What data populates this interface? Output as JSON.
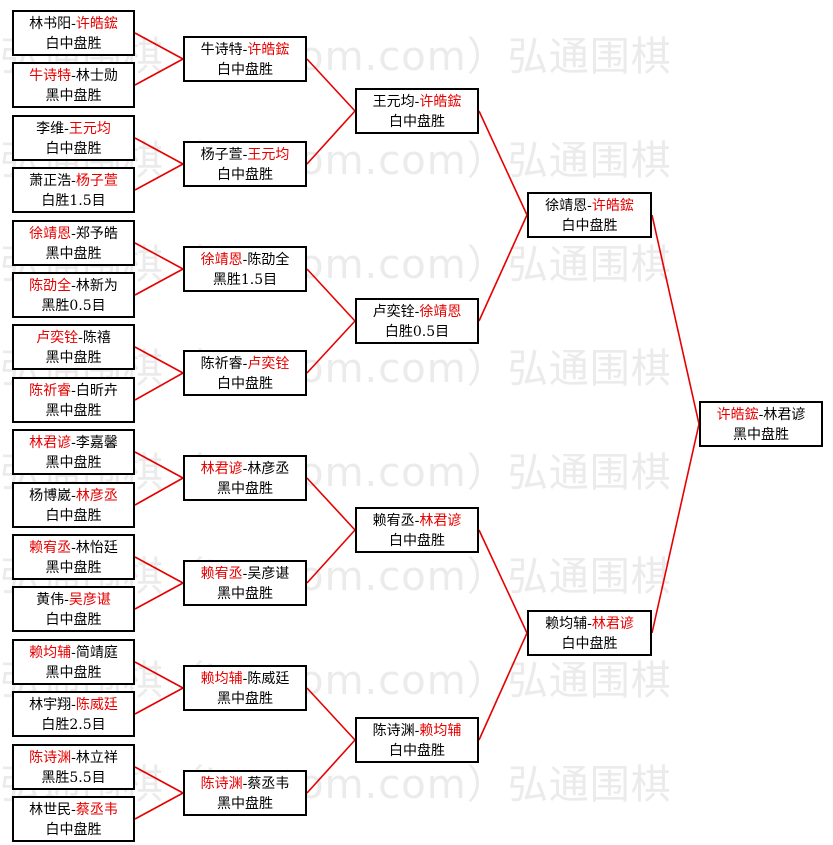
{
  "watermark": "弘通围棋（hoetom.com）弘通围棋",
  "colors": {
    "winner": "#e60000",
    "line": "#e60000",
    "border": "#000000"
  },
  "round1": [
    {
      "a": "林书阳",
      "b": "许皓鋐",
      "w": "b",
      "res": "白中盘胜"
    },
    {
      "a": "牛诗特",
      "b": "林士勋",
      "w": "a",
      "res": "黑中盘胜"
    },
    {
      "a": "李维",
      "b": "王元均",
      "w": "b",
      "res": "白中盘胜"
    },
    {
      "a": "萧正浩",
      "b": "杨子萱",
      "w": "b",
      "res": "白胜1.5目"
    },
    {
      "a": "徐靖恩",
      "b": "郑予皓",
      "w": "a",
      "res": "黑中盘胜"
    },
    {
      "a": "陈劭全",
      "b": "林新为",
      "w": "a",
      "res": "黑胜0.5目"
    },
    {
      "a": "卢奕铨",
      "b": "陈禧",
      "w": "a",
      "res": "黑中盘胜"
    },
    {
      "a": "陈祈睿",
      "b": "白昕卉",
      "w": "a",
      "res": "黑中盘胜"
    },
    {
      "a": "林君谚",
      "b": "李嘉馨",
      "w": "a",
      "res": "黑中盘胜"
    },
    {
      "a": "杨博崴",
      "b": "林彦丞",
      "w": "b",
      "res": "白中盘胜"
    },
    {
      "a": "赖宥丞",
      "b": "林怡廷",
      "w": "a",
      "res": "黑中盘胜"
    },
    {
      "a": "黄伟",
      "b": "吴彦谌",
      "w": "b",
      "res": "白中盘胜"
    },
    {
      "a": "赖均辅",
      "b": "简靖庭",
      "w": "a",
      "res": "黑中盘胜"
    },
    {
      "a": "林宇翔",
      "b": "陈威廷",
      "w": "b",
      "res": "白胜2.5目"
    },
    {
      "a": "陈诗渊",
      "b": "林立祥",
      "w": "a",
      "res": "黑胜5.5目"
    },
    {
      "a": "林世民",
      "b": "蔡丞韦",
      "w": "b",
      "res": "白中盘胜"
    }
  ],
  "round2": [
    {
      "a": "牛诗特",
      "b": "许皓鋐",
      "w": "b",
      "res": "白中盘胜"
    },
    {
      "a": "杨子萱",
      "b": "王元均",
      "w": "b",
      "res": "白中盘胜"
    },
    {
      "a": "徐靖恩",
      "b": "陈劭全",
      "w": "a",
      "res": "黑胜1.5目"
    },
    {
      "a": "陈祈睿",
      "b": "卢奕铨",
      "w": "b",
      "res": "白中盘胜"
    },
    {
      "a": "林君谚",
      "b": "林彦丞",
      "w": "a",
      "res": "黑中盘胜"
    },
    {
      "a": "赖宥丞",
      "b": "吴彦谌",
      "w": "a",
      "res": "黑中盘胜"
    },
    {
      "a": "赖均辅",
      "b": "陈威廷",
      "w": "a",
      "res": "黑中盘胜"
    },
    {
      "a": "陈诗渊",
      "b": "蔡丞韦",
      "w": "a",
      "res": "黑中盘胜"
    }
  ],
  "round3": [
    {
      "a": "王元均",
      "b": "许皓鋐",
      "w": "b",
      "res": "白中盘胜"
    },
    {
      "a": "卢奕铨",
      "b": "徐靖恩",
      "w": "b",
      "res": "白胜0.5目"
    },
    {
      "a": "赖宥丞",
      "b": "林君谚",
      "w": "b",
      "res": "白中盘胜"
    },
    {
      "a": "陈诗渊",
      "b": "赖均辅",
      "w": "b",
      "res": "白中盘胜"
    }
  ],
  "round4": [
    {
      "a": "徐靖恩",
      "b": "许皓鋐",
      "w": "b",
      "res": "白中盘胜"
    },
    {
      "a": "赖均辅",
      "b": "林君谚",
      "w": "b",
      "res": "白中盘胜"
    }
  ],
  "final": [
    {
      "a": "许皓鋐",
      "b": "林君谚",
      "w": "a",
      "res": "黑中盘胜"
    }
  ]
}
